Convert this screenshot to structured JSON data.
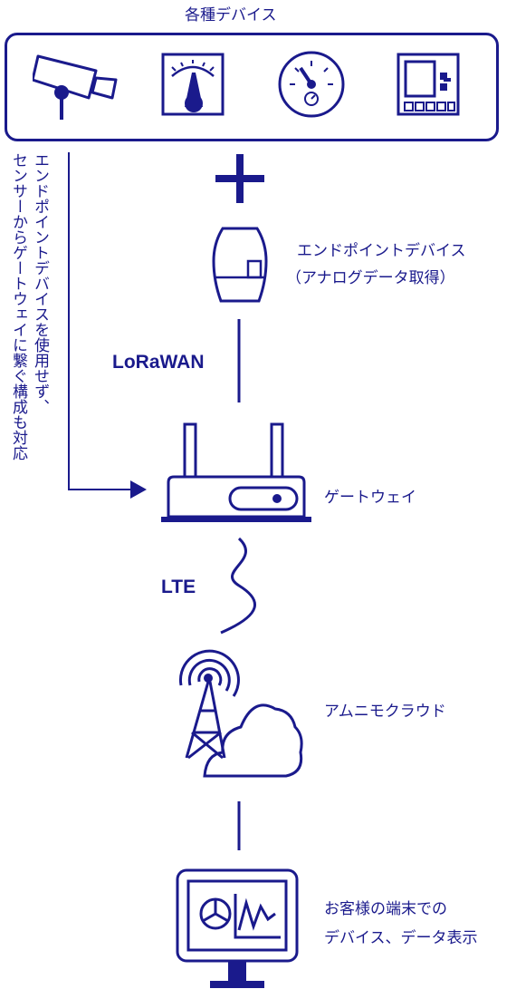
{
  "devices_box": {
    "title": "各種デバイス",
    "items": [
      "camera-icon",
      "analog-meter-icon",
      "gauge-icon",
      "control-panel-icon"
    ]
  },
  "side_note": {
    "line1": "エンドポイントデバイスを使用せず、",
    "line2": "センサーからゲートウェイに繋ぐ構成も対応"
  },
  "endpoint": {
    "label": "エンドポイントデバイス",
    "sublabel": "（アナログデータ取得）"
  },
  "lorawan": {
    "label": "LoRaWAN"
  },
  "gateway": {
    "label": "ゲートウェイ"
  },
  "lte": {
    "label": "LTE"
  },
  "cloud": {
    "label": "アムニモクラウド"
  },
  "terminal": {
    "line1": "お客様の端末での",
    "line2": "デバイス、データ表示"
  },
  "colors": {
    "primary": "#1a1a8c",
    "background": "#ffffff"
  }
}
